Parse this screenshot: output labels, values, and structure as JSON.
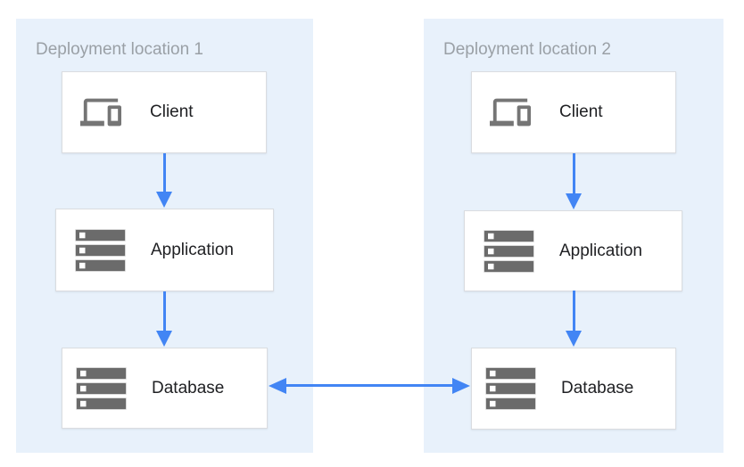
{
  "diagram": {
    "colors": {
      "panel_background": "#e8f1fb",
      "box_background": "#ffffff",
      "box_border": "#dadce0",
      "arrow": "#4285f4",
      "icon_gray": "#757575",
      "title_gray": "#9aa0a6",
      "label_dark": "#202124"
    },
    "locations": [
      {
        "title": "Deployment location 1",
        "nodes": [
          {
            "label": "Client",
            "icon": "devices-icon"
          },
          {
            "label": "Application",
            "icon": "server-stack-icon"
          },
          {
            "label": "Database",
            "icon": "server-stack-icon"
          }
        ]
      },
      {
        "title": "Deployment location 2",
        "nodes": [
          {
            "label": "Client",
            "icon": "devices-icon"
          },
          {
            "label": "Application",
            "icon": "server-stack-icon"
          },
          {
            "label": "Database",
            "icon": "server-stack-icon"
          }
        ]
      }
    ],
    "connections": [
      {
        "from": "location-1 Client",
        "to": "location-1 Application",
        "direction": "down"
      },
      {
        "from": "location-1 Application",
        "to": "location-1 Database",
        "direction": "down"
      },
      {
        "from": "location-2 Client",
        "to": "location-2 Application",
        "direction": "down"
      },
      {
        "from": "location-2 Application",
        "to": "location-2 Database",
        "direction": "down"
      },
      {
        "from": "location-1 Database",
        "to": "location-2 Database",
        "direction": "bidirectional"
      }
    ]
  }
}
